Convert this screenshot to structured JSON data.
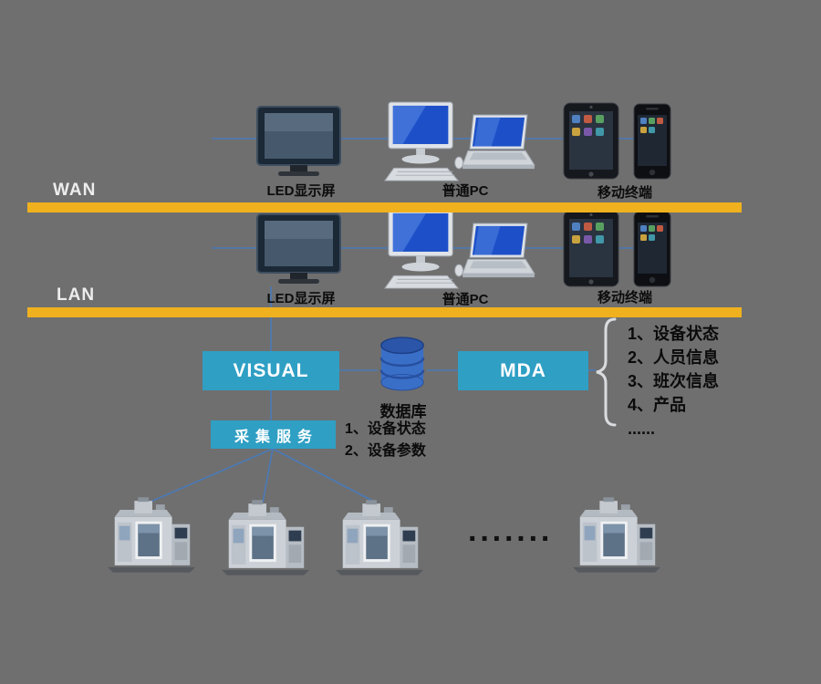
{
  "colors": {
    "background": "#6f6f6f",
    "network_bar": "#f0b11f",
    "process_box": "#2f9fc4",
    "connector_line": "#4a7ab8",
    "database_blue": "#3a6fc8"
  },
  "zones": {
    "wan": "WAN",
    "lan": "LAN"
  },
  "device_labels": {
    "led": "LED显示屏",
    "pc": "普通PC",
    "mobile": "移动终端"
  },
  "core": {
    "visual": "VISUAL",
    "mda": "MDA",
    "database": "数据库",
    "collector": "采集服务",
    "db_notes": [
      "1、设备状态",
      "2、设备参数"
    ],
    "mda_notes": [
      "1、设备状态",
      "2、人员信息",
      "3、班次信息",
      "4、产品",
      "......"
    ]
  },
  "bottom": {
    "more_machines": "·······"
  }
}
